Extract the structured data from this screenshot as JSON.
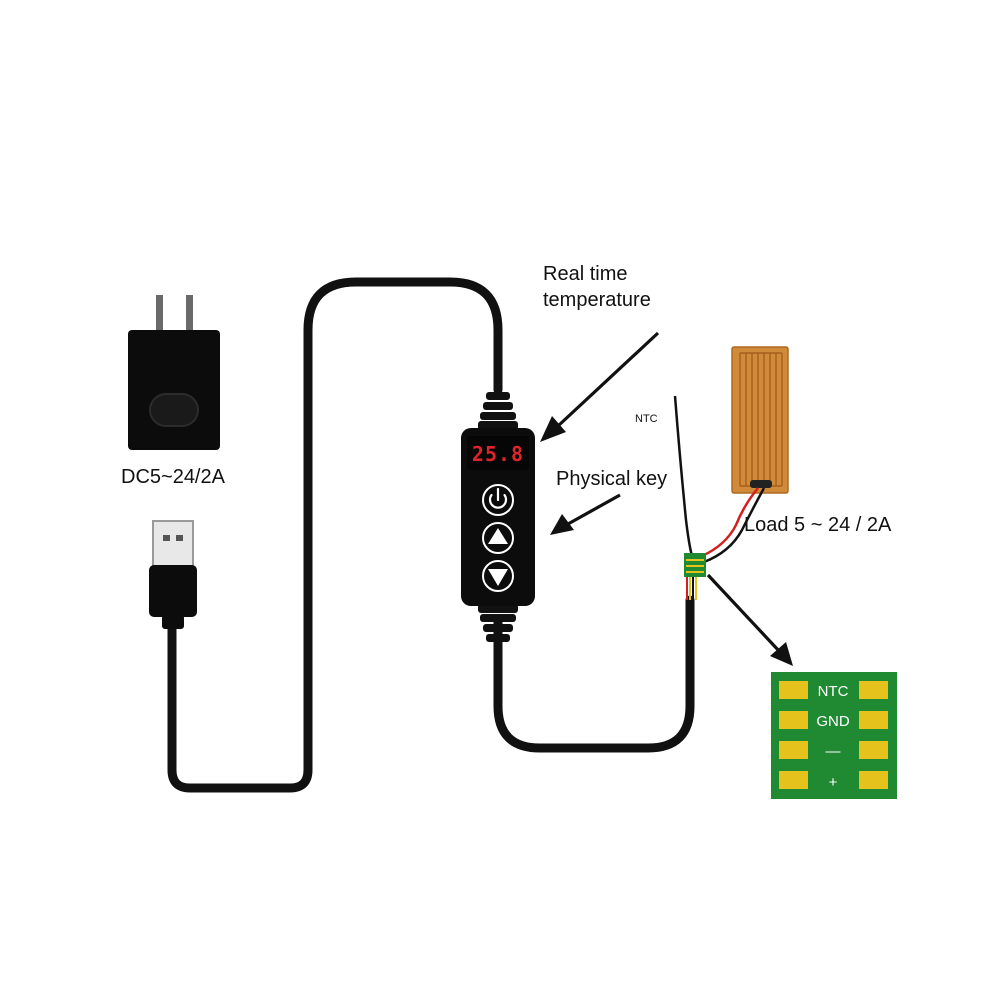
{
  "labels": {
    "real_time_line1": "Real time",
    "real_time_line2": "temperature",
    "physical_key": "Physical key",
    "ntc": "NTC",
    "load": "Load 5 ~ 24 / 2A",
    "adapter": "DC5~24/2A"
  },
  "display": {
    "reading": "25.8"
  },
  "pcb": {
    "pads": [
      "NTC",
      "GND",
      "—",
      "+"
    ]
  },
  "icons": [
    "power-icon",
    "up-arrow-icon",
    "down-arrow-icon"
  ],
  "colors": {
    "cable": "#111111",
    "display_digits": "#e0242b",
    "pcb_green": "#1f8a32",
    "pcb_pad": "#e6c21d",
    "heater_film": "#d08a3a"
  }
}
